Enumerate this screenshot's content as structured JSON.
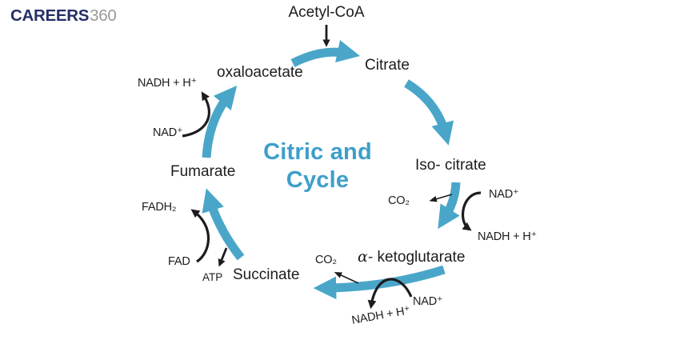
{
  "brand": {
    "name": "CAREERS",
    "suffix": "360"
  },
  "diagram": {
    "title_line1": "Citric and",
    "title_line2": "Cycle"
  },
  "nodes": {
    "acetyl_coa": "Acetyl-CoA",
    "oxaloacetate": "oxaloacetate",
    "citrate": "Citrate",
    "iso_citrate": "Iso- citrate",
    "alpha_ketoglutarate_alpha": "α-",
    "alpha_ketoglutarate_rest": " ketoglutarate",
    "succinate": "Succinate",
    "fumarate": "Fumarate"
  },
  "cofactors": {
    "nadh_h_left": "NADH + H⁺",
    "nad_left": "NAD⁺",
    "fadh2": "FADH₂",
    "fad": "FAD",
    "atp": "ATP",
    "co2_right": "CO₂",
    "nad_right": "NAD⁺",
    "nadh_h_right": "NADH + H⁺",
    "co2_bottom": "CO₂",
    "nad_bottom": "NAD⁺",
    "nadh_h_bottom": "NADH + H⁺"
  },
  "theme": {
    "arrow_color": "#4aa6c9",
    "title_color": "#3d9fca",
    "ink": "#1d1d1f",
    "logo_navy": "#262e66",
    "logo_gray": "#9a9a9a",
    "background": "#ffffff"
  }
}
